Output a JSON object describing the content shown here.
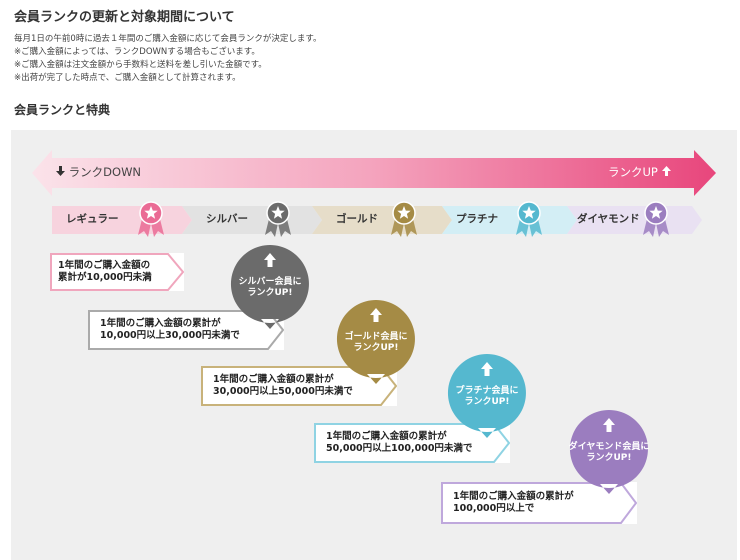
{
  "heading": "会員ランクの更新と対象期間について",
  "intro": [
    "毎月1日の午前0時に過去１年間のご購入金額に応じて会員ランクが決定します。",
    "※ご購入金額によっては、ランクDOWNする場合もございます。",
    "※ご購入金額は注文金額から手数料と送料を差し引いた金額です。",
    "※出荷が完了した時点で、ご購入金額として計算されます。"
  ],
  "subheading": "会員ランクと特典",
  "arrow": {
    "down_label": "ランクDOWN",
    "up_label": "ランクUP"
  },
  "tiers": [
    {
      "name": "レギュラー",
      "color": "#f7d3de",
      "badge": "#ea6b95"
    },
    {
      "name": "シルバー",
      "color": "#e2e2e2",
      "badge": "#6b6b6b"
    },
    {
      "name": "ゴールド",
      "color": "#e6ddc9",
      "badge": "#a58b45"
    },
    {
      "name": "プラチナ",
      "color": "#d3eef5",
      "badge": "#55b8cf"
    },
    {
      "name": "ダイヤモンド",
      "color": "#e9e1f2",
      "badge": "#9b7dbf"
    }
  ],
  "conditions": [
    {
      "line1": "1年間のご購入金額の",
      "line2": "累計が10,000円未満",
      "border": "#f0a6bd"
    },
    {
      "line1": "1年間のご購入金額の累計が",
      "line2": "10,000円以上30,000円未満で",
      "border": "#aaaaaa"
    },
    {
      "line1": "1年間のご購入金額の累計が",
      "line2": "30,000円以上50,000円未満で",
      "border": "#c8b27a"
    },
    {
      "line1": "1年間のご購入金額の累計が",
      "line2": "50,000円以上100,000円未満で",
      "border": "#8fd3e3"
    },
    {
      "line1": "1年間のご購入金額の累計が",
      "line2": "100,000円以上で",
      "border": "#bfa8dc"
    }
  ],
  "bubbles": [
    {
      "line1": "シルバー会員に",
      "line2": "ランクUP!",
      "color": "#6b6b6b"
    },
    {
      "line1": "ゴールド会員に",
      "line2": "ランクUP!",
      "color": "#a58b45"
    },
    {
      "line1": "プラチナ会員に",
      "line2": "ランクUP!",
      "color": "#55b8cf"
    },
    {
      "line1": "ダイヤモンド会員に",
      "line2": "ランクUP!",
      "color": "#9b7dbf"
    }
  ]
}
